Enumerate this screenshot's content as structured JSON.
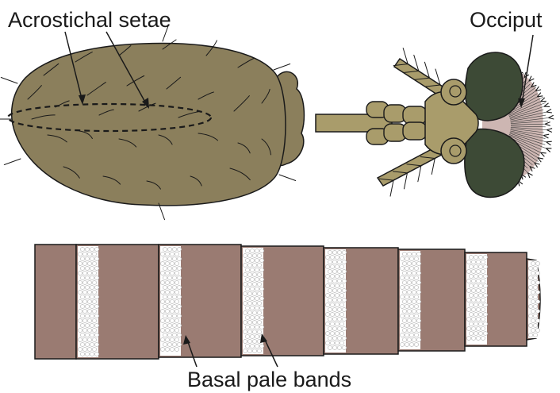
{
  "labels": {
    "acrostichal": "Acrostichal setae",
    "occiput": "Occiput",
    "basal_bands": "Basal pale bands"
  },
  "colors": {
    "thorax_fill": "#8b7f5c",
    "head_fill": "#a99c6b",
    "eye_fill": "#3d4a36",
    "occiput_fill": "#cdb6b2",
    "abdomen_fill": "#9a7b72",
    "pale_band": "#ffffff",
    "outline": "#1a1a1a"
  }
}
